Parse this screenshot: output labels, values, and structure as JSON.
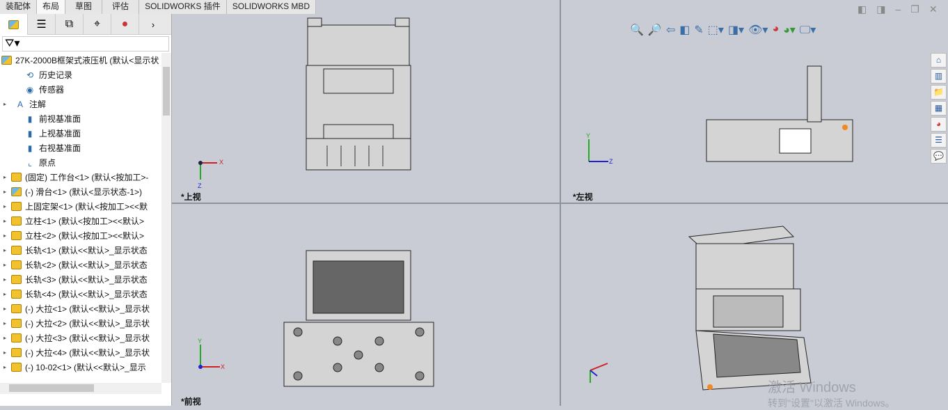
{
  "tabs": [
    "装配体",
    "布局",
    "草图",
    "评估",
    "SOLIDWORKS 插件",
    "SOLIDWORKS MBD"
  ],
  "active_tab": 1,
  "panel_tabs": [
    "feature-manager-icon",
    "property-manager-icon",
    "configuration-manager-icon",
    "dimxpert-icon",
    "display-manager-icon"
  ],
  "tree": {
    "root": "27K-2000B框架式液压机 (默认<显示状",
    "items": [
      {
        "label": "历史记录",
        "icon": "history-icon",
        "expand": false
      },
      {
        "label": "传感器",
        "icon": "sensor-icon",
        "expand": false
      },
      {
        "label": "注解",
        "icon": "annotation-icon",
        "expand": true
      },
      {
        "label": "前视基准面",
        "icon": "plane-icon",
        "expand": false
      },
      {
        "label": "上视基准面",
        "icon": "plane-icon",
        "expand": false
      },
      {
        "label": "右视基准面",
        "icon": "plane-icon",
        "expand": false
      },
      {
        "label": "原点",
        "icon": "origin-icon",
        "expand": false
      },
      {
        "label": "(固定) 工作台<1> (默认<按加工>-",
        "icon": "part-icon",
        "expand": true
      },
      {
        "label": "(-) 滑台<1> (默认<显示状态-1>)",
        "icon": "part-blue-icon",
        "expand": true
      },
      {
        "label": "上固定架<1> (默认<按加工><<默",
        "icon": "part-icon",
        "expand": true
      },
      {
        "label": "立柱<1> (默认<按加工><<默认>",
        "icon": "part-icon",
        "expand": true
      },
      {
        "label": "立柱<2> (默认<按加工><<默认>",
        "icon": "part-icon",
        "expand": true
      },
      {
        "label": "长轨<1> (默认<<默认>_显示状态",
        "icon": "part-icon",
        "expand": true
      },
      {
        "label": "长轨<2> (默认<<默认>_显示状态",
        "icon": "part-icon",
        "expand": true
      },
      {
        "label": "长轨<3> (默认<<默认>_显示状态",
        "icon": "part-icon",
        "expand": true
      },
      {
        "label": "长轨<4> (默认<<默认>_显示状态",
        "icon": "part-icon",
        "expand": true
      },
      {
        "label": "(-) 大拉<1> (默认<<默认>_显示状",
        "icon": "part-icon",
        "expand": true
      },
      {
        "label": "(-) 大拉<2> (默认<<默认>_显示状",
        "icon": "part-icon",
        "expand": true
      },
      {
        "label": "(-) 大拉<3> (默认<<默认>_显示状",
        "icon": "part-icon",
        "expand": true
      },
      {
        "label": "(-) 大拉<4> (默认<<默认>_显示状",
        "icon": "part-icon",
        "expand": true
      },
      {
        "label": "(-) 10-02<1> (默认<<默认>_显示",
        "icon": "part-icon",
        "expand": true
      }
    ]
  },
  "viewports": {
    "top": "*上视",
    "left": "*左视",
    "front": "*前视"
  },
  "axes": {
    "x": "X",
    "y": "Y",
    "z": "Z"
  },
  "watermark": {
    "line1": "激活 Windows",
    "line2": "转到\"设置\"以激活 Windows。"
  },
  "colors": {
    "viewport_bg": "#c9ccd5",
    "part": "#f2c12e"
  }
}
